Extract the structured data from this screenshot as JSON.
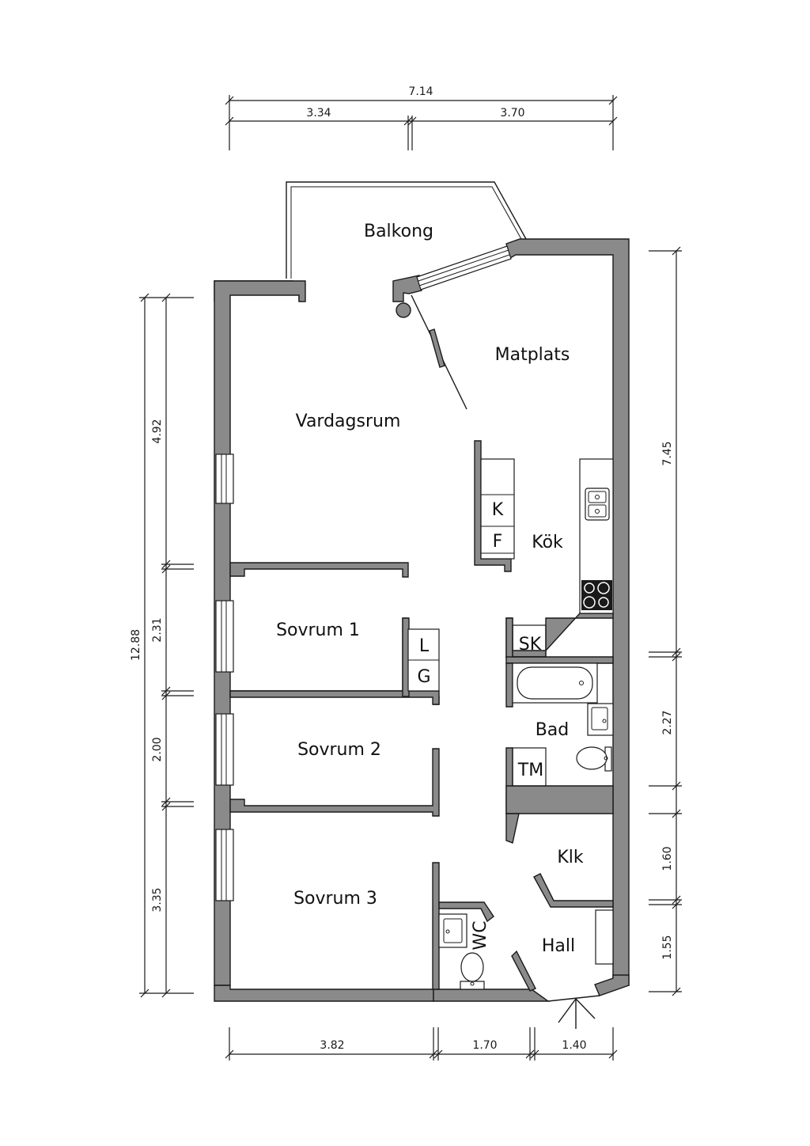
{
  "rooms": {
    "balkong": "Balkong",
    "matplats": "Matplats",
    "vardagsrum": "Vardagsrum",
    "kok": "Kök",
    "sovrum1": "Sovrum 1",
    "sovrum2": "Sovrum 2",
    "sovrum3": "Sovrum 3",
    "bad": "Bad",
    "klk": "Klk",
    "hall": "Hall",
    "wc": "WC"
  },
  "fixtures": {
    "k": "K",
    "f": "F",
    "l": "L",
    "g": "G",
    "sk": "SK",
    "tm": "TM"
  },
  "dimensions": {
    "top_total": "7.14",
    "top_left": "3.34",
    "top_right": "3.70",
    "left_total": "12.88",
    "left_1": "4.92",
    "left_2": "2.31",
    "left_3": "2.00",
    "left_4": "3.35",
    "right_1": "7.45",
    "right_2": "2.27",
    "right_3": "1.60",
    "right_4": "1.55",
    "bottom_1": "3.82",
    "bottom_2": "1.70",
    "bottom_3": "1.40"
  }
}
